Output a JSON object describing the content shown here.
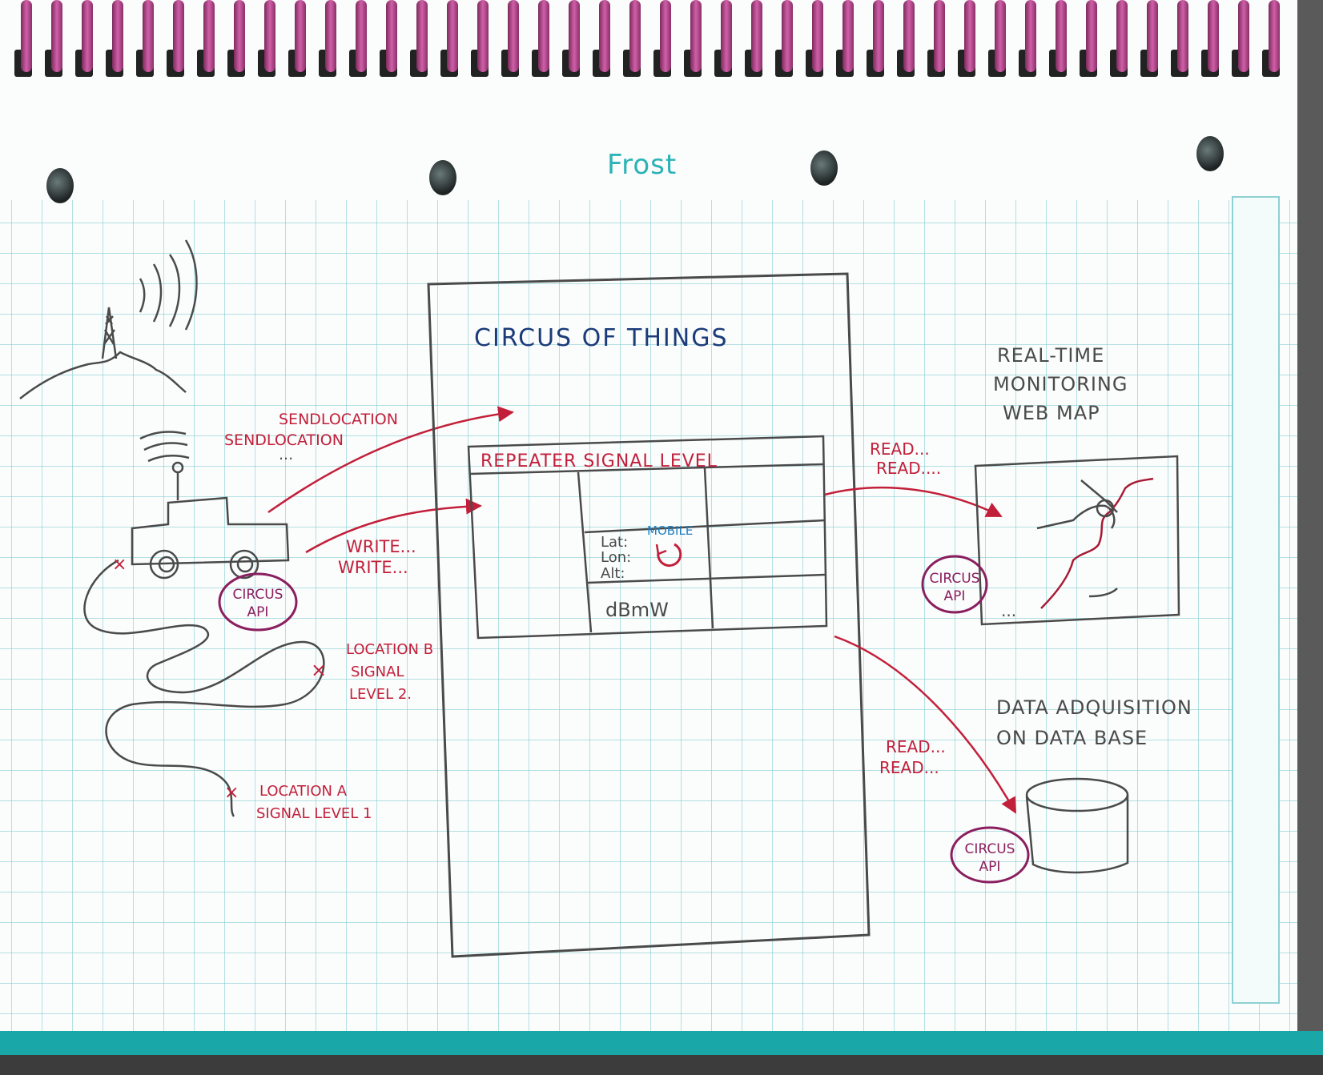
{
  "brand": "Frost",
  "central_box": {
    "title": "CIRCUS OF THINGS",
    "table_title": "REPEATER SIGNAL LEVEL",
    "cell_lat": "Lat:",
    "cell_lon": "Lon:",
    "cell_alt": "Alt:",
    "cell_mobile": "MOBILE",
    "cell_dbmw": "dBmW"
  },
  "vehicle": {
    "api_badge": [
      "CIRCUS",
      "API"
    ],
    "send_labels": [
      "SENDLOCATION",
      "SENDLOCATION",
      "..."
    ],
    "write_labels": [
      "WRITE...",
      "WRITE..."
    ]
  },
  "locations": {
    "b": [
      "LOCATION B",
      "SIGNAL",
      "LEVEL 2."
    ],
    "a": [
      "LOCATION A",
      "SIGNAL LEVEL 1"
    ]
  },
  "web_map": {
    "title": [
      "REAL-TIME",
      "MONITORING",
      "WEB MAP"
    ],
    "read_labels": [
      "READ...",
      "READ...."
    ],
    "api_badge": [
      "CIRCUS",
      "API"
    ]
  },
  "database": {
    "title": [
      "DATA ADQUISITION",
      "ON DATA BASE"
    ],
    "read_labels": [
      "READ...",
      "READ..."
    ],
    "api_badge": [
      "CIRCUS",
      "API"
    ]
  },
  "colors": {
    "ink_blue": "#1b3c7a",
    "ink_red": "#c21f3a",
    "ink_purple": "#8a1f5f",
    "pencil": "#4a4a4a",
    "grid": "#78c8cd",
    "cover": "#1aa7a8"
  }
}
